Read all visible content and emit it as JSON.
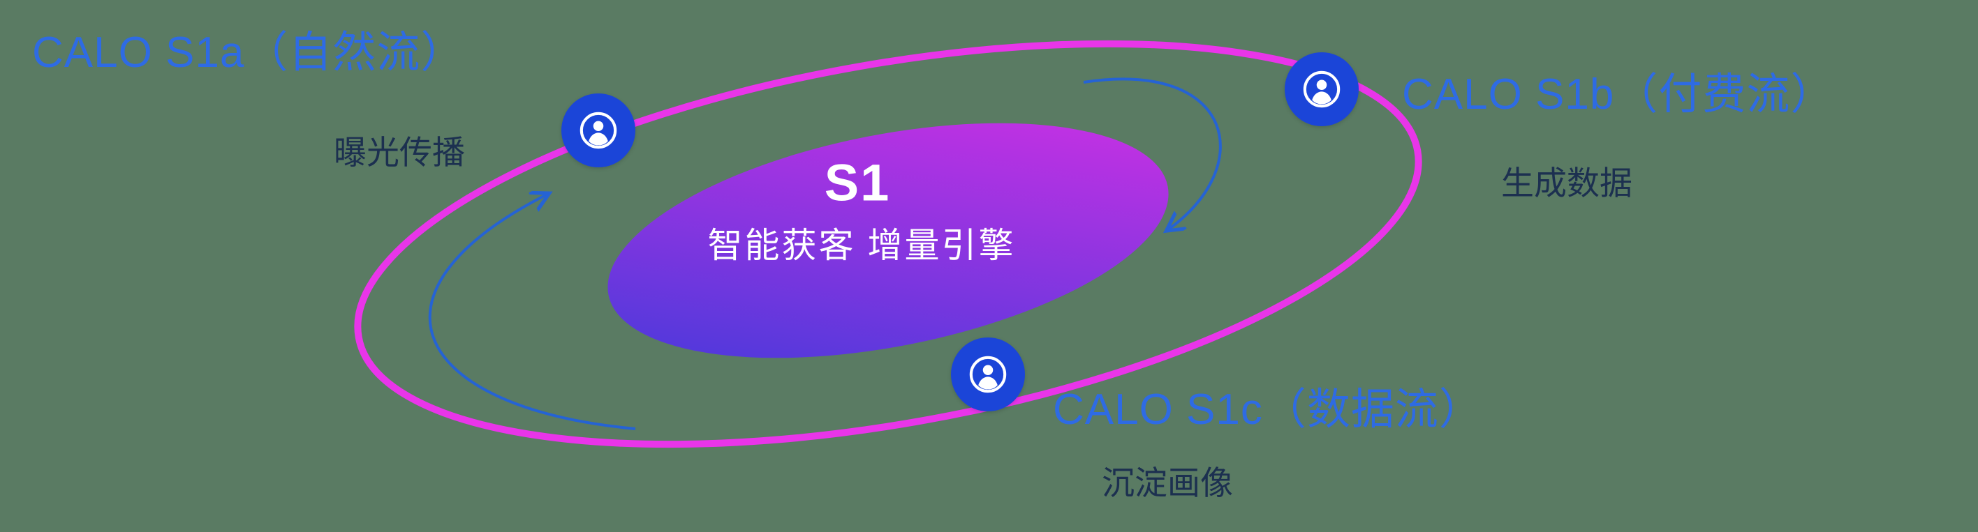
{
  "diagram": {
    "center": {
      "title": "S1",
      "subtitle": "智能获客  增量引擎"
    },
    "nodes": [
      {
        "id": "s1a",
        "title": "CALO S1a（自然流）",
        "subtitle": "曝光传播"
      },
      {
        "id": "s1b",
        "title": "CALO S1b（付费流）",
        "subtitle": "生成数据"
      },
      {
        "id": "s1c",
        "title": "CALO S1c（数据流）",
        "subtitle": "沉淀画像"
      }
    ],
    "icons": {
      "node_icon": "user-icon"
    },
    "colors": {
      "background": "#5a7b63",
      "label_blue": "#2e6be4",
      "label_dark": "#1c3050",
      "node_blue": "#1b45d8",
      "orbit_magenta": "#e935e9",
      "gradient_start": "#3f3ada",
      "gradient_mid": "#8a35e0",
      "gradient_end": "#d430e4",
      "arrow_blue": "#2563d4",
      "center_text": "#ffffff"
    }
  }
}
